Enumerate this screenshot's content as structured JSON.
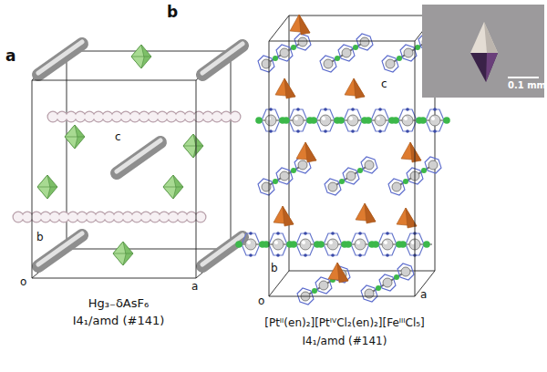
{
  "diagram": {
    "labels": [
      "a",
      "c",
      "b",
      "a",
      "o",
      "Hg₃₋δAsF₆",
      "I4₁/amd (#141)",
      "b",
      "c",
      "b",
      "o",
      "a",
      "[Ptᴵᴵ(en)₂][PtᴵⱽCl₂(en)₂][FeᴵᴵᴵCl₅]",
      "I4₁/amd (#141)",
      "0.1 mm"
    ]
  }
}
